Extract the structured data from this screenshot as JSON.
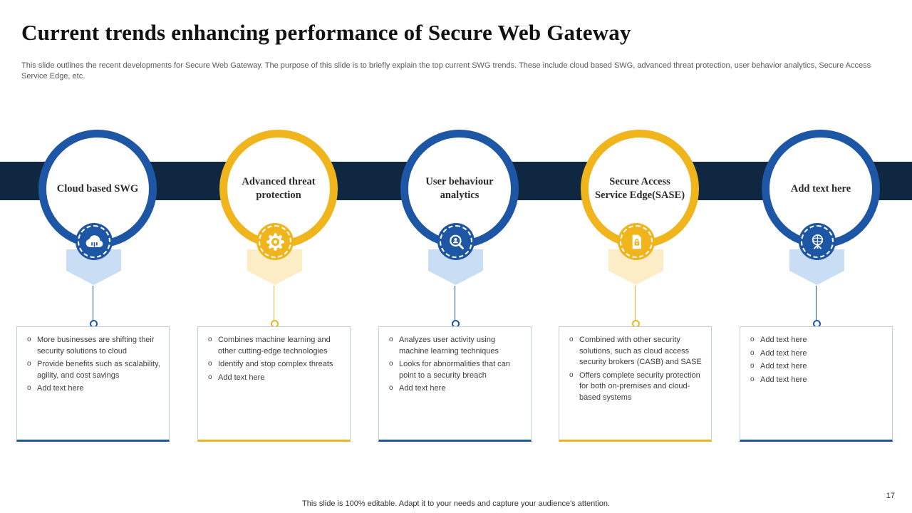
{
  "slide": {
    "title": "Current trends enhancing performance of Secure Web Gateway",
    "subtitle": "This slide outlines the recent developments for Secure Web Gateway.  The purpose of this slide is to briefly explain the top current SWG trends. These include cloud based SWG, advanced threat protection, user behavior analytics, Secure Access Service Edge, etc.",
    "footer": "This slide is 100% editable. Adapt it to your needs and capture your audience's attention.",
    "page_number": "17"
  },
  "colors": {
    "navy": "#102742",
    "blue": "#1d56a5",
    "yellow": "#f0b41c",
    "light_blue": "#c9def4",
    "light_yellow": "#fcedc6"
  },
  "items": [
    {
      "label": "Cloud based SWG",
      "accent": "blue",
      "icon": "cloud-download-icon",
      "bullets": [
        "More businesses are shifting their security solutions to cloud",
        "Provide benefits such as scalability, agility, and cost savings",
        "Add text here"
      ]
    },
    {
      "label": "Advanced threat protection",
      "accent": "yellow",
      "icon": "security-camera-icon",
      "bullets": [
        "Combines machine learning and other cutting-edge technologies",
        "Identify and stop complex threats",
        "Add text here"
      ]
    },
    {
      "label": "User behaviour analytics",
      "accent": "blue",
      "icon": "magnifier-user-icon",
      "bullets": [
        "Analyzes user activity using machine learning techniques",
        "Looks for abnormalities that can point to a security breach",
        "Add text here"
      ]
    },
    {
      "label": "Secure Access Service Edge(SASE)",
      "accent": "yellow",
      "icon": "document-lock-icon",
      "bullets": [
        "Combined with other security solutions, such as cloud access security brokers (CASB) and SASE",
        "Offers complete security protection for both on-premises and cloud-based systems"
      ]
    },
    {
      "label": "Add text here",
      "accent": "blue",
      "icon": "globe-network-icon",
      "bullets": [
        "Add text here",
        "Add text here",
        "Add text here",
        "Add text here"
      ]
    }
  ]
}
